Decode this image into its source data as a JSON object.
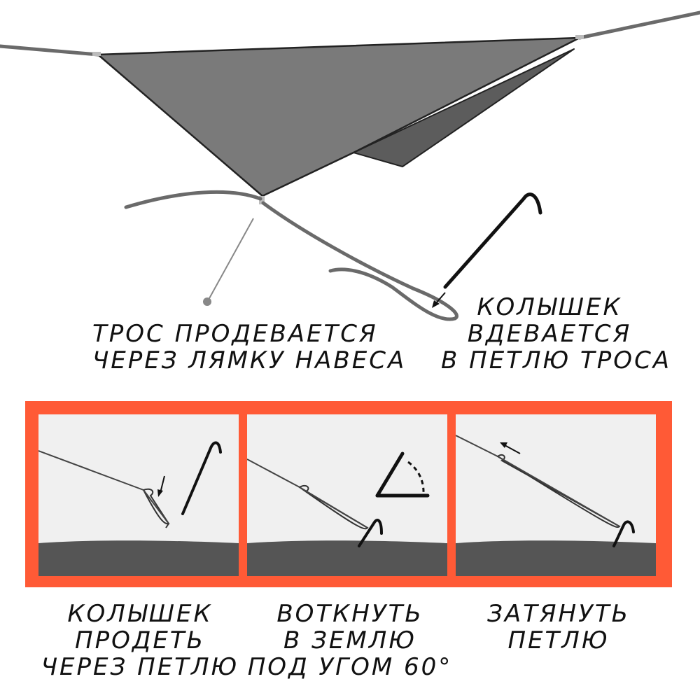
{
  "top_labels": {
    "rope": [
      "ТРОС ПРОДЕВАЕТСЯ",
      "ЧЕРЕЗ ЛЯМКУ НАВЕСА"
    ],
    "peg": [
      "КОЛЫШЕК",
      "ВДЕВАЕТСЯ",
      "В ПЕТЛЮ ТРОСА"
    ]
  },
  "steps": [
    {
      "lines": [
        "КОЛЫШЕК",
        "ПРОДЕТЬ",
        "ЧЕРЕЗ ПЕТЛЮ"
      ]
    },
    {
      "lines": [
        "ВОТКНУТЬ",
        "В ЗЕМЛЮ",
        "ПОД УГОМ 60°"
      ]
    },
    {
      "lines": [
        "ЗАТЯНУТЬ",
        "ПЕТЛЮ"
      ]
    }
  ],
  "colors": {
    "frame": "#ff5a36",
    "tarp": "#7a7a7a",
    "tarp_fold": "#5c5c5c",
    "rope": "#6a6a6a",
    "ground": "#555555",
    "panel_bg": "#f0f0f0"
  }
}
